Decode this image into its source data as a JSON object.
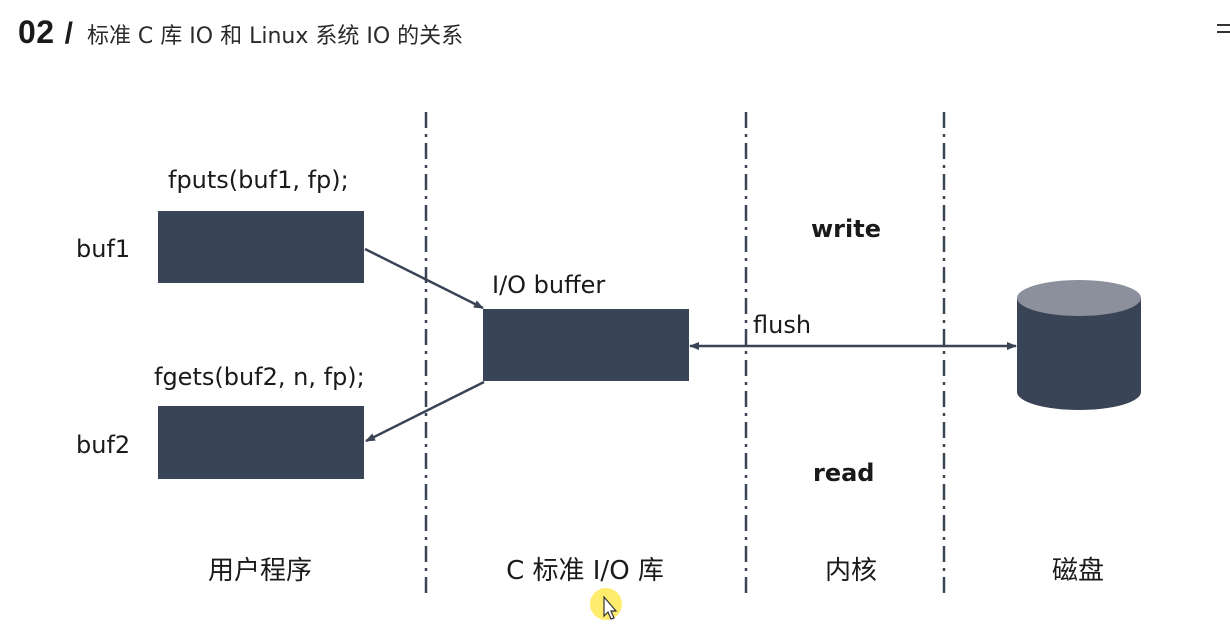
{
  "header": {
    "number": "02",
    "separator": "/",
    "title": "标准 C 库 IO 和 Linux 系统 IO 的关系"
  },
  "diagram": {
    "calls": {
      "fputs": "fputs(buf1, fp);",
      "fgets": "fgets(buf2, n, fp);"
    },
    "buffers": {
      "buf1": "buf1",
      "buf2": "buf2",
      "io_buffer": "I/O buffer"
    },
    "operations": {
      "write": "write",
      "flush": "flush",
      "read": "read"
    },
    "columns": [
      "用户程序",
      "C 标准 I/O 库",
      "内核",
      "磁盘"
    ]
  },
  "colors": {
    "box_fill": "#3a4457",
    "arrow": "#3a4457",
    "disk_top": "#8b909c",
    "disk_body": "#3a4457",
    "divider": "#3a4457"
  },
  "icons": {
    "disk": "disk-cylinder-icon",
    "cursor": "mouse-pointer-icon"
  }
}
